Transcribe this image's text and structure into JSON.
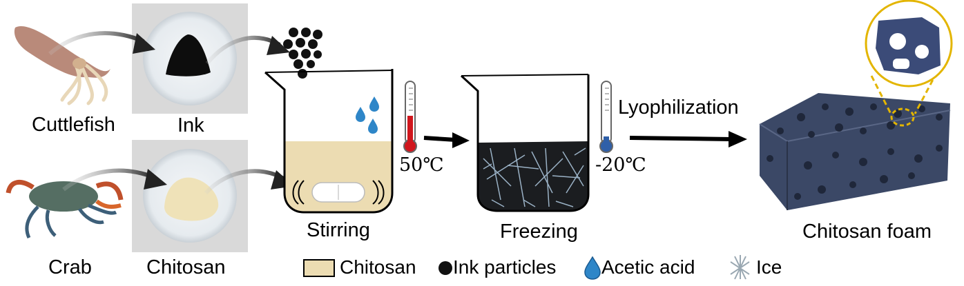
{
  "sources": {
    "cuttlefish": "Cuttlefish",
    "crab": "Crab",
    "ink": "Ink",
    "chitosan": "Chitosan"
  },
  "steps": {
    "stirring": "Stirring",
    "stirring_temp": "50℃",
    "freezing": "Freezing",
    "freezing_temp": "-20℃",
    "lyophilization": "Lyophilization",
    "product": "Chitosan foam"
  },
  "legend": {
    "chitosan": "Chitosan",
    "ink_particles": "Ink particles",
    "acetic_acid": "Acetic acid",
    "ice": "Ice"
  },
  "colors": {
    "chitosan_fill": "#ecdcb2",
    "ink": "#111111",
    "acid_drop": "#2e86c8",
    "hot_mercury": "#d0161d",
    "cold_mercury": "#2f5fa8",
    "foam": "#3b4866",
    "zoom_ring": "#e3b500"
  }
}
